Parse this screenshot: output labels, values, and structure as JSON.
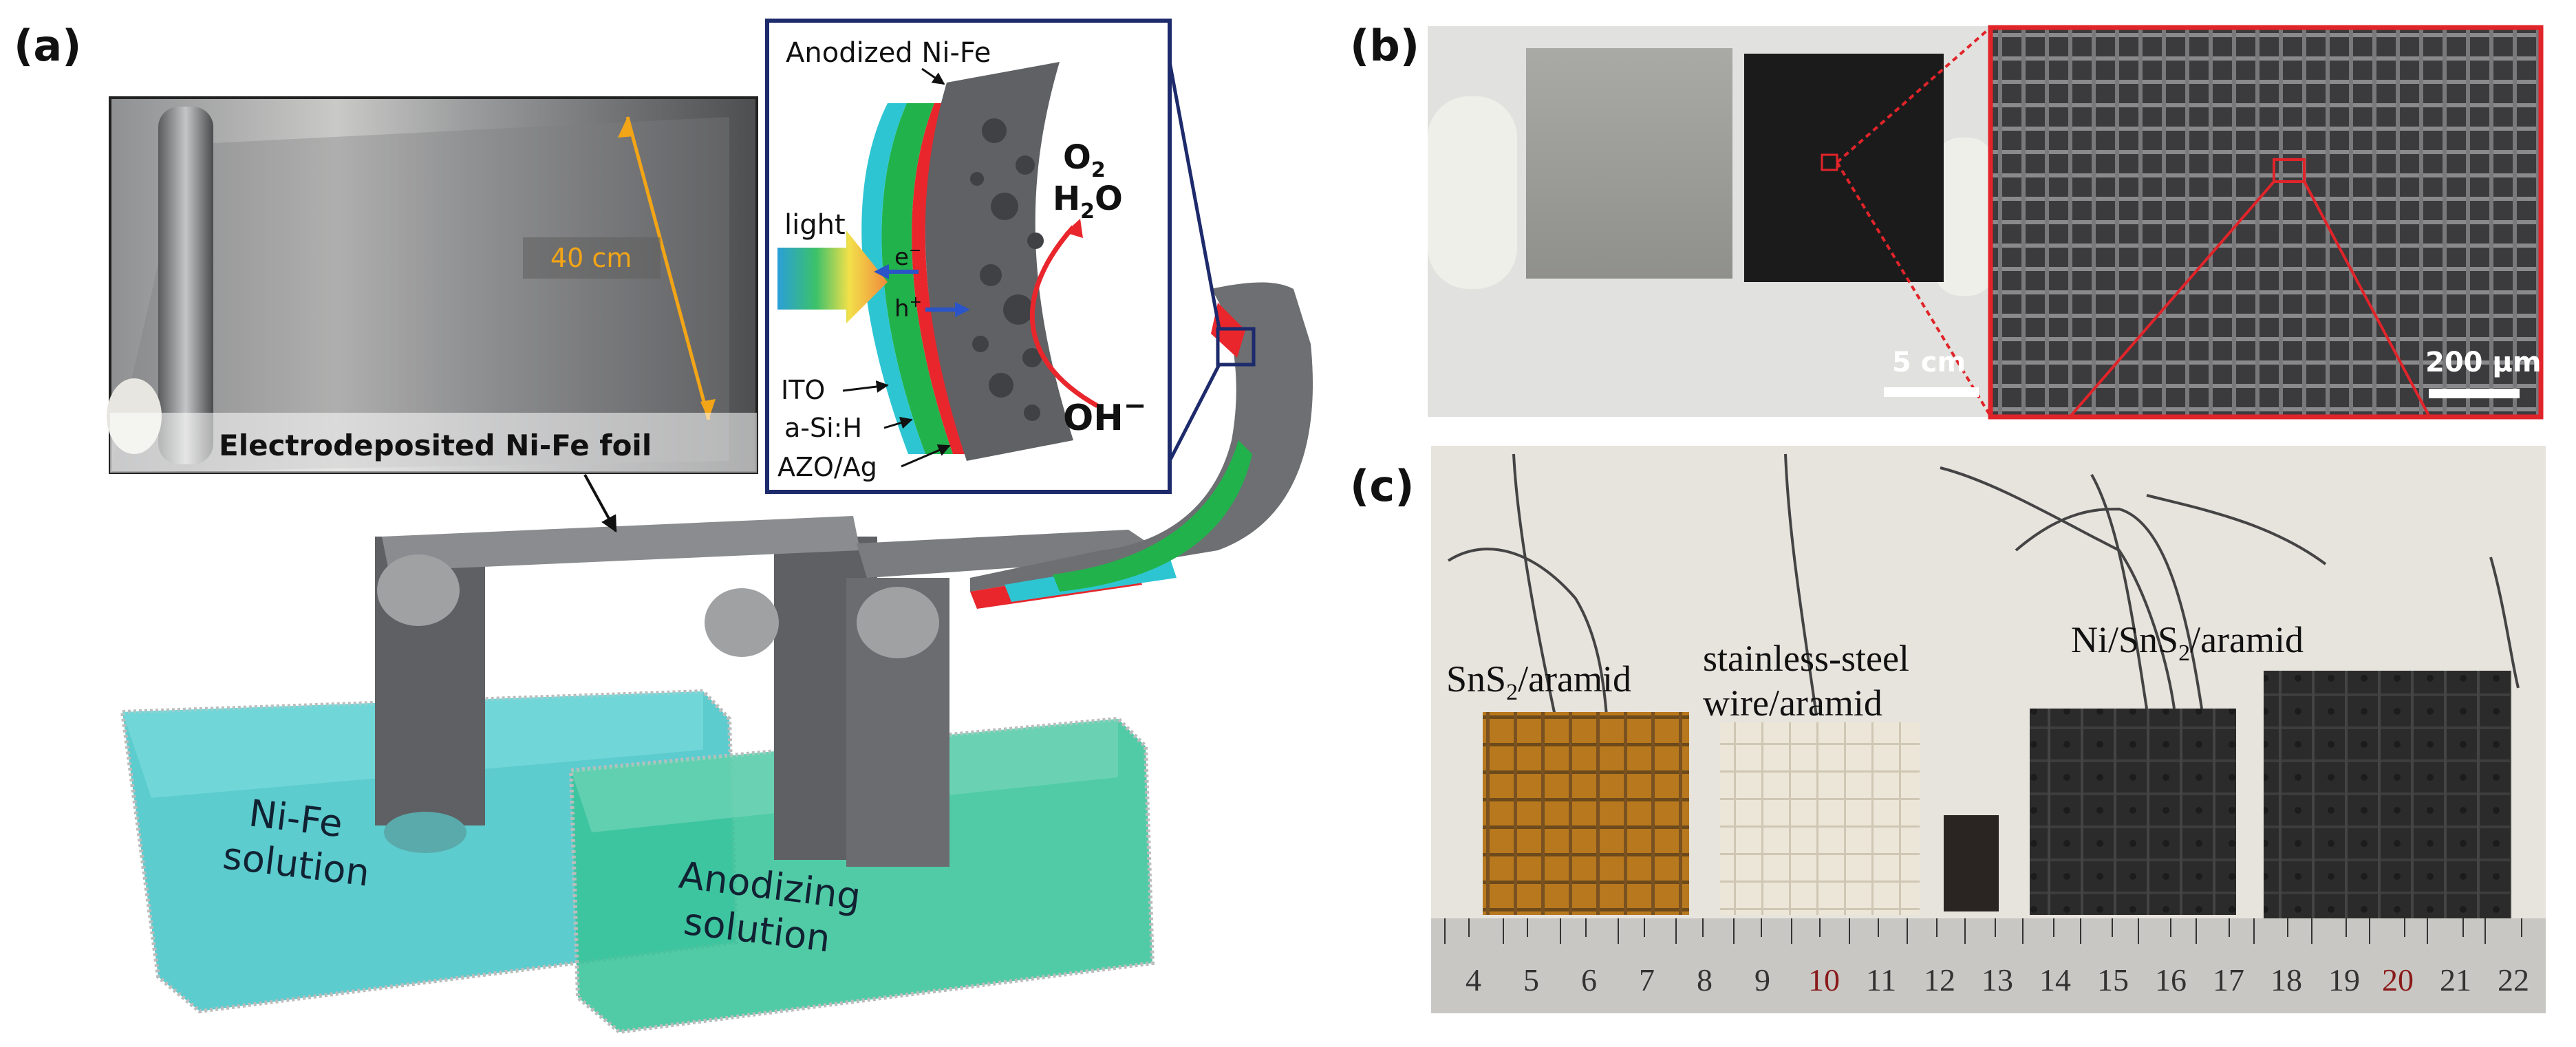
{
  "panels": {
    "a": {
      "label": "(a)",
      "photo_caption": "Electrodeposited Ni-Fe foil",
      "dimension": "40 cm",
      "inset": {
        "top_label": "Anodized Ni-Fe",
        "light": "light",
        "products_o2": "O",
        "products_o2_sub": "2",
        "products_h2o_h": "H",
        "products_h2o_sub": "2",
        "products_h2o_o": "O",
        "reactant": "OH",
        "reactant_sup": "−",
        "electron": "e",
        "electron_sup": "−",
        "hole": "h",
        "hole_sup": "+",
        "layers": [
          "ITO",
          "a-Si:H",
          "AZO/Ag"
        ]
      },
      "tank_left": [
        "Ni-Fe",
        "solution"
      ],
      "tank_right": [
        "Anodizing",
        "solution"
      ]
    },
    "b": {
      "label": "(b)",
      "scale_left": "5 cm",
      "scale_right": "200 μm"
    },
    "c": {
      "label": "(c)",
      "sample1": {
        "pre": "SnS",
        "sub": "2",
        "post": "/aramid"
      },
      "sample2": [
        "stainless-steel",
        "wire/aramid"
      ],
      "sample3": {
        "pre": "Ni/SnS",
        "sub": "2",
        "post": "/aramid"
      },
      "ruler_numbers": [
        "4",
        "5",
        "6",
        "7",
        "8",
        "9",
        "10",
        "11",
        "12",
        "13",
        "14",
        "15",
        "16",
        "17",
        "18",
        "19",
        "20",
        "21",
        "22"
      ]
    }
  },
  "colors": {
    "foil_gray": "#6d6f72",
    "tank_cyan": "#3fc3c6",
    "tank_green": "#39c49a",
    "layer_red": "#e8262c",
    "layer_green": "#22b24c",
    "layer_cyan": "#2ec5d3",
    "frame_navy": "#1d2a6b",
    "zoom_red": "#e1242a",
    "arrow_blue": "#2a54c7",
    "arrow_red": "#e8262c",
    "scale_orange": "#f2a516"
  }
}
